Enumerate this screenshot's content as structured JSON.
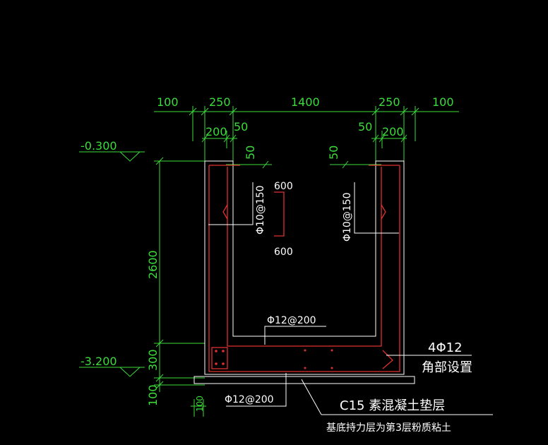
{
  "dims": {
    "top": [
      "100",
      "250",
      "1400",
      "250",
      "100"
    ],
    "sub_left_200": "200",
    "sub_left_50": "50",
    "sub_right_50": "50",
    "sub_right_200": "200",
    "wall_left_50": "50",
    "wall_right_50": "50",
    "height_2600": "2600",
    "height_300": "300",
    "height_100": "100",
    "bottom_100": "100"
  },
  "elevations": {
    "top": "-0.300",
    "bottom": "-3.200"
  },
  "rebar": {
    "wall_left": "Φ10@150",
    "wall_right": "Φ10@150",
    "slab_top": "Φ12@200",
    "slab_bottom": "Φ12@200",
    "corner_qty": "4Φ12",
    "corner_note": "角部设置",
    "waterstop_top": "600",
    "waterstop_bottom": "600"
  },
  "notes": {
    "cushion": "C15 素混凝土垫层",
    "bearing": "基底持力层为第3层粉质粘土"
  },
  "colors": {
    "background": "#000000",
    "dimension": "#3cdc3c",
    "outline": "#ffffff",
    "rebar": "#e03030"
  }
}
